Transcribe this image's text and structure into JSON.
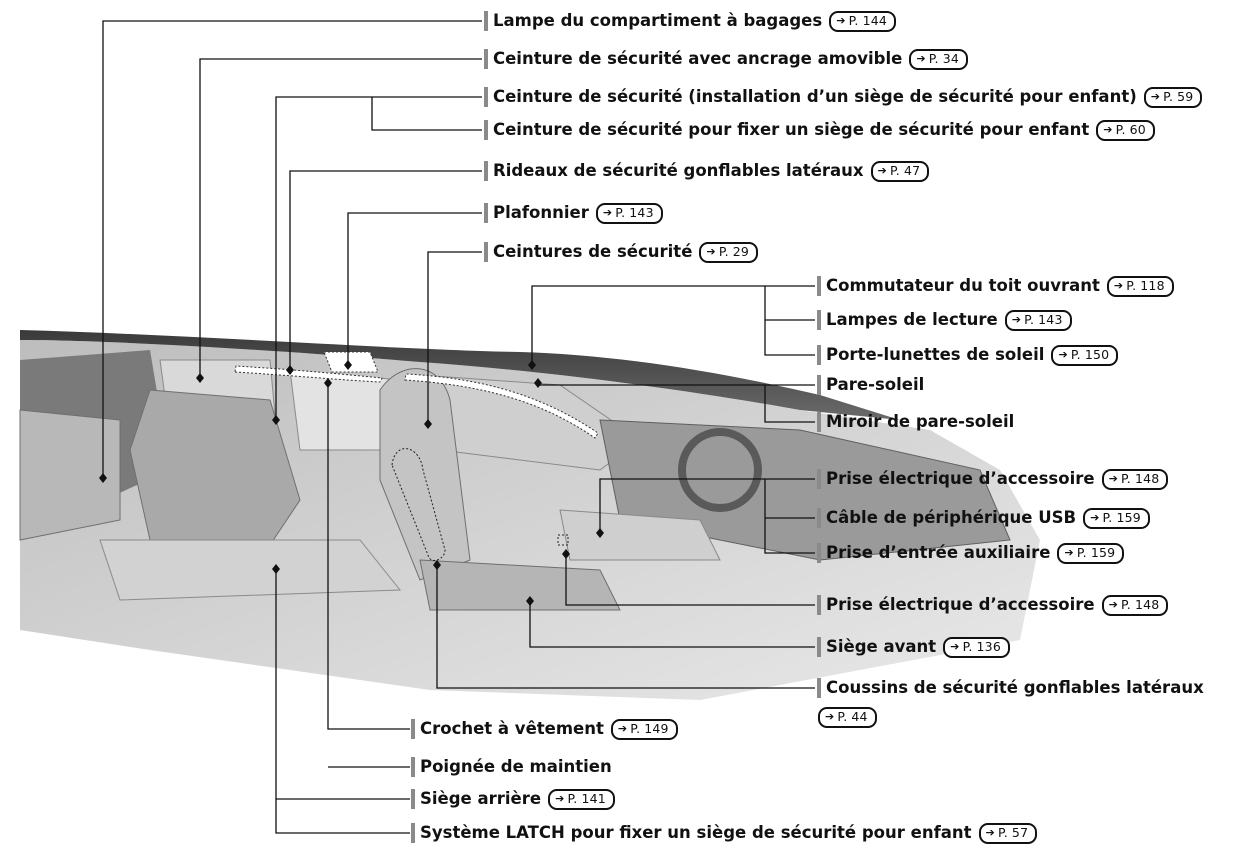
{
  "labels": [
    {
      "id": "l1",
      "text": "Lampe du compartiment à bagages",
      "page": "144"
    },
    {
      "id": "l2",
      "text": "Ceinture de sécurité avec ancrage amovible",
      "page": "34"
    },
    {
      "id": "l3",
      "text": "Ceinture de sécurité (installation d’un siège de sécurité pour enfant)",
      "page": "59"
    },
    {
      "id": "l4",
      "text": "Ceinture de sécurité pour fixer un siège de sécurité pour enfant",
      "page": "60"
    },
    {
      "id": "l5",
      "text": "Rideaux de sécurité gonflables latéraux",
      "page": "47"
    },
    {
      "id": "l6",
      "text": "Plafonnier",
      "page": "143"
    },
    {
      "id": "l7",
      "text": "Ceintures de sécurité",
      "page": "29"
    },
    {
      "id": "l8",
      "text": "Commutateur du toit ouvrant",
      "page": "118"
    },
    {
      "id": "l9",
      "text": "Lampes de lecture",
      "page": "143"
    },
    {
      "id": "l10",
      "text": "Porte-lunettes de soleil",
      "page": "150"
    },
    {
      "id": "l11",
      "text": "Pare-soleil",
      "page": ""
    },
    {
      "id": "l12",
      "text": "Miroir de pare-soleil",
      "page": ""
    },
    {
      "id": "l13",
      "text": "Prise électrique d’accessoire",
      "page": "148"
    },
    {
      "id": "l14",
      "text": "Câble de périphérique USB",
      "page": "159"
    },
    {
      "id": "l15",
      "text": "Prise d’entrée auxiliaire",
      "page": "159"
    },
    {
      "id": "l16",
      "text": "Prise électrique d’accessoire",
      "page": "148"
    },
    {
      "id": "l17",
      "text": "Siège avant",
      "page": "136"
    },
    {
      "id": "l18",
      "text": "Coussins de sécurité gonflables latéraux",
      "page": "44"
    },
    {
      "id": "l19",
      "text": "Crochet à vêtement",
      "page": "149"
    },
    {
      "id": "l20",
      "text": "Poignée de maintien",
      "page": ""
    },
    {
      "id": "l21",
      "text": "Siège arrière",
      "page": "141"
    },
    {
      "id": "l22",
      "text": "Système LATCH pour fixer un siège de sécurité pour enfant",
      "page": "57"
    }
  ],
  "page_prefix": "P."
}
